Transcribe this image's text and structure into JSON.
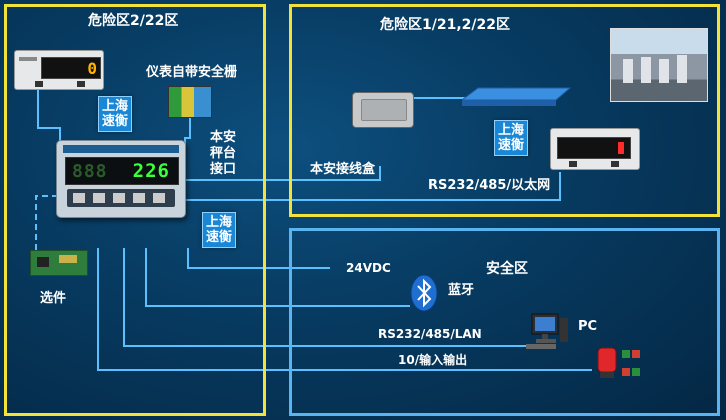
{
  "zones": {
    "hazard_left": "危险区2/22区",
    "hazard_right": "危险区1/21,2/22区",
    "safe": "安全区"
  },
  "labels": {
    "barrier": "仪表自带安全栅",
    "platform_interface": "本安\n秤台\n接口",
    "junction_box": "本安接线盒",
    "rs232_485_ethernet": "RS232/485/以太网",
    "options": "选件",
    "power": "24VDC",
    "bluetooth": "蓝牙",
    "rs232_485_lan": "RS232/485/LAN",
    "pc": "PC",
    "io": "10/输入输出"
  },
  "brand_tags": [
    "上海\n速衡",
    "上海\n速衡",
    "上海\n速衡"
  ],
  "instrument": {
    "small_display": "0",
    "main_display": "226"
  },
  "icons": {
    "bluetooth": "bluetooth-icon",
    "pc": "computer-icon",
    "io": "signal-light-icon"
  },
  "colors": {
    "hazard_border": "#f2e23a",
    "safe_border": "#5ab4f0",
    "wire": "#5cc0ff",
    "tag_bg": "#1a87d6"
  }
}
